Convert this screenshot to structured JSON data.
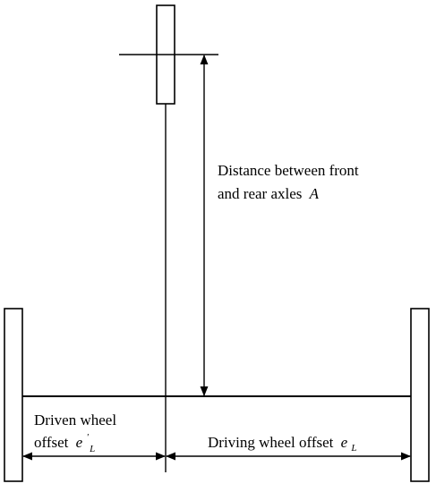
{
  "labels": {
    "axle_distance_line1": "Distance between front",
    "axle_distance_line2": "and rear axles",
    "axle_distance_symbol": "A",
    "driven_line1": "Driven wheel",
    "driven_line2": "offset",
    "driven_symbol": "e",
    "driven_prime": "'",
    "driven_sub": "L",
    "driving_text": "Driving wheel offset",
    "driving_symbol": "e",
    "driving_sub": "L"
  }
}
